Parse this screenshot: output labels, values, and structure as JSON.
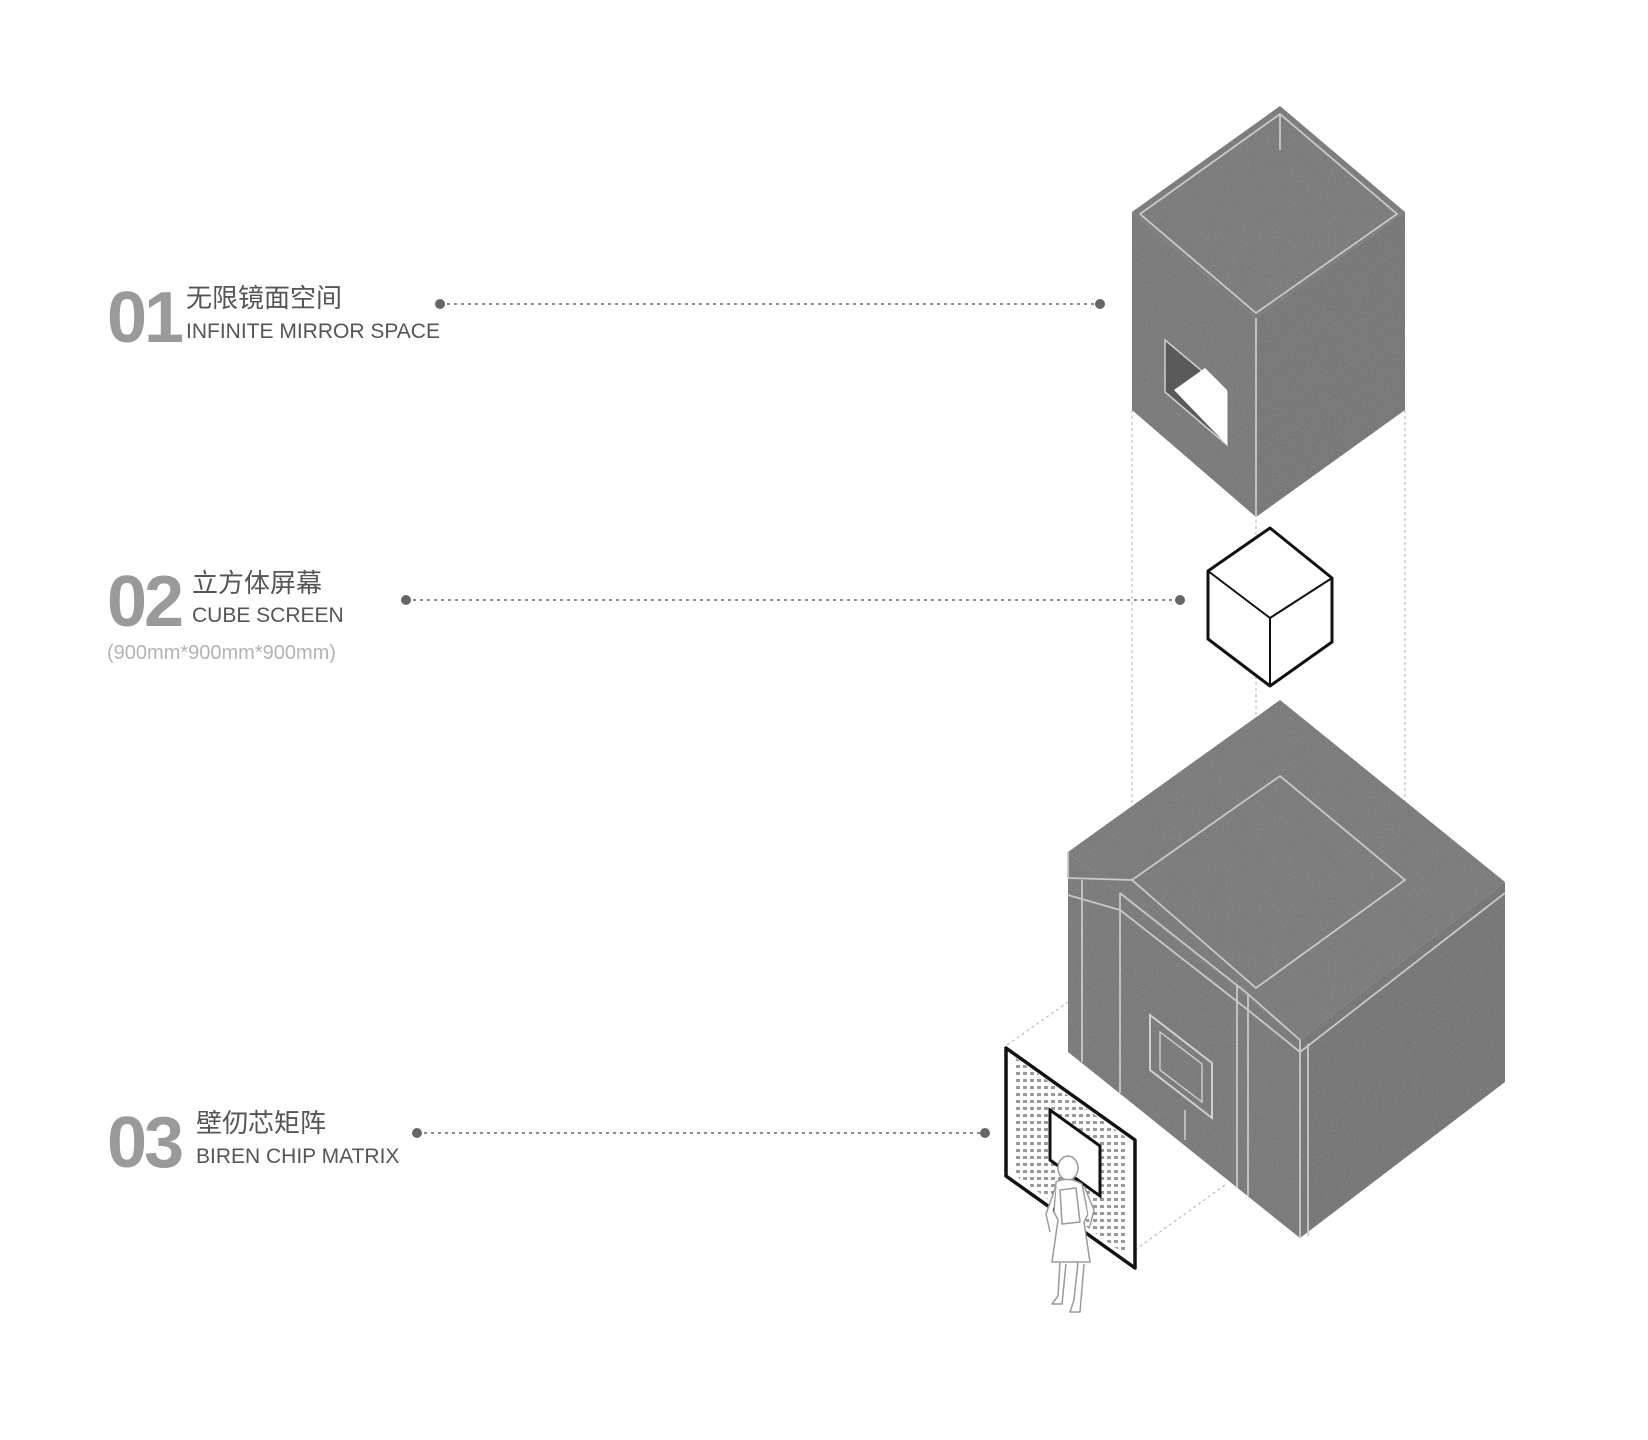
{
  "labels": [
    {
      "number": "01",
      "chinese": "无限镜面空间",
      "english": "INFINITE MIRROR SPACE"
    },
    {
      "number": "02",
      "chinese": "立方体屏幕",
      "english": "CUBE SCREEN",
      "dimensions": "(900mm*900mm*900mm)"
    },
    {
      "number": "03",
      "chinese": "壁仞芯矩阵",
      "english": "BIREN CHIP MATRIX"
    }
  ],
  "colors": {
    "number": "#9a9a9a",
    "text": "#555555",
    "subtext": "#b3b3b3",
    "concrete": "#6a6a6a",
    "edge": "#c9c9c9",
    "leader": "#666666",
    "projection": "#bdbdbd"
  }
}
